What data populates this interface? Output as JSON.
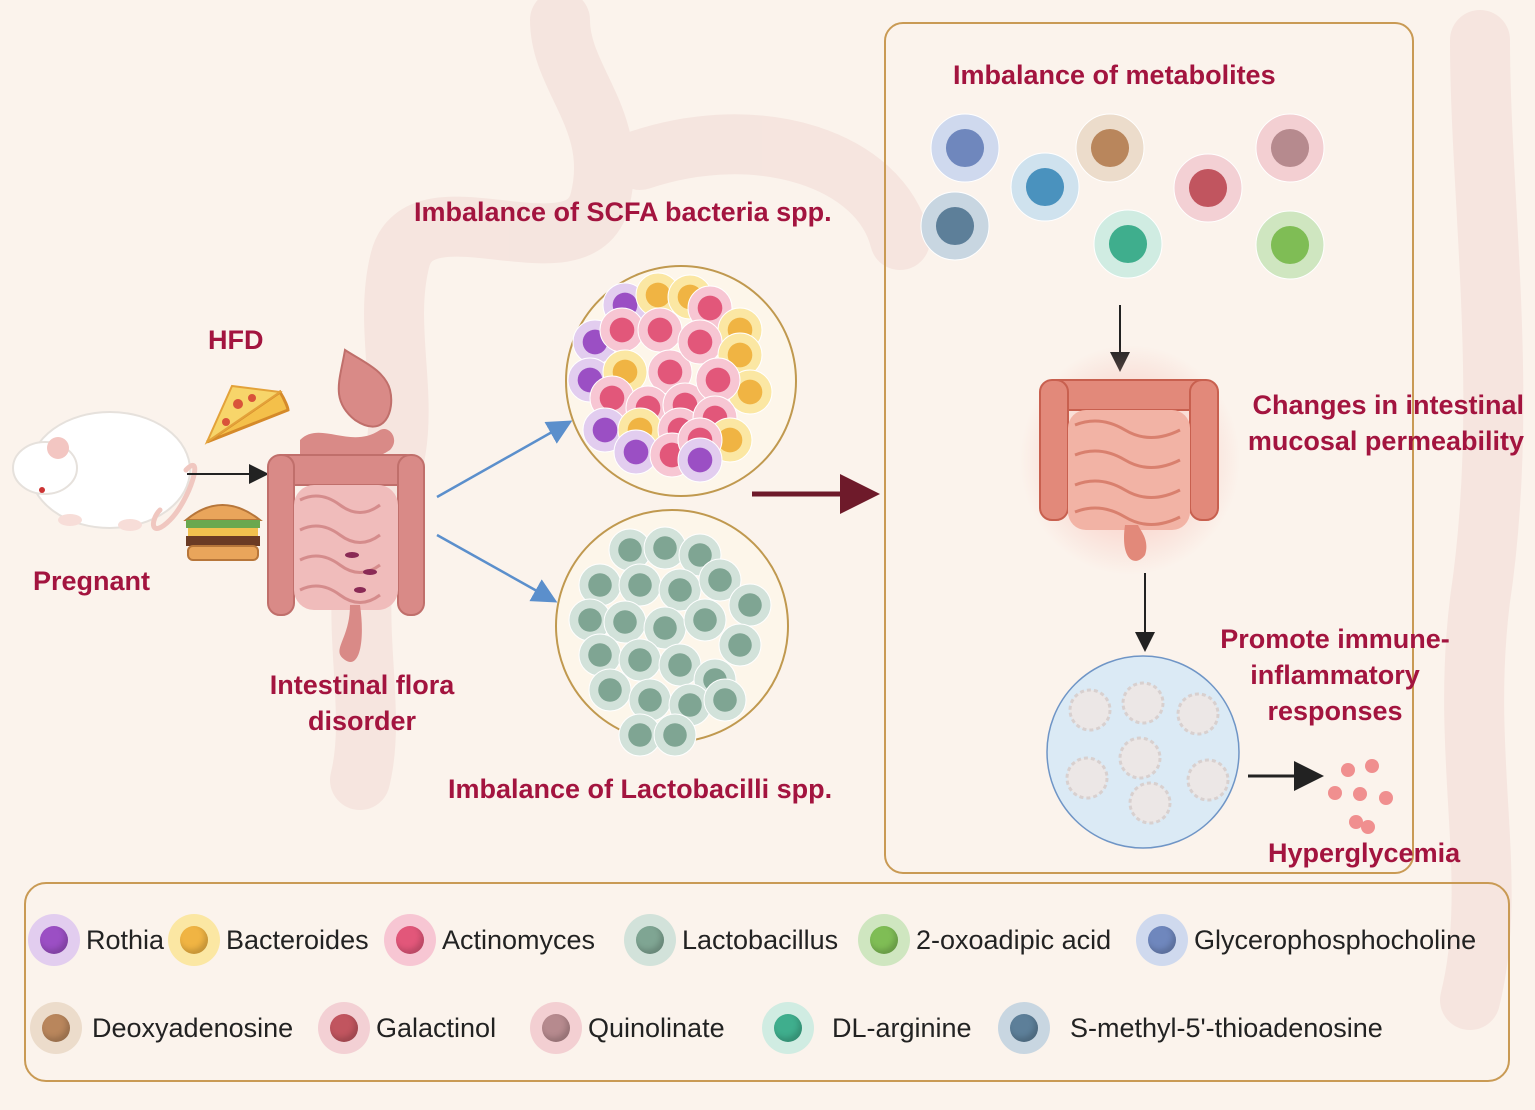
{
  "labels": {
    "hfd": "HFD",
    "pregnant": "Pregnant",
    "flora_line1": "Intestinal flora",
    "flora_line2": "disorder",
    "scfa": "Imbalance of SCFA bacteria spp.",
    "lacto": "Imbalance of Lactobacilli spp.",
    "metabolites": "Imbalance of metabolites",
    "permeability_line1": "Changes in intestinal",
    "permeability_line2": "mucosal permeability",
    "immune_line1": "Promote immune-",
    "immune_line2": "inflammatory",
    "immune_line3": "responses",
    "hyperglycemia": "Hyperglycemia"
  },
  "legend": [
    {
      "label": "Rothia",
      "color": "#9b4fc4",
      "ring": "#e2cdef"
    },
    {
      "label": "Bacteroides",
      "color": "#f0b443",
      "ring": "#fbe7a3"
    },
    {
      "label": "Actinomyces",
      "color": "#e2577a",
      "ring": "#f7c6d3"
    },
    {
      "label": "Lactobacillus",
      "color": "#7fa593",
      "ring": "#d2e2da"
    },
    {
      "label": "2-oxoadipic acid",
      "color": "#7fbd55",
      "ring": "#cfe6c0"
    },
    {
      "label": "Glycerophosphocholine",
      "color": "#6f87bd",
      "ring": "#cfd9ee"
    },
    {
      "label": "Deoxyadenosine",
      "color": "#b9865c",
      "ring": "#ecdccb"
    },
    {
      "label": "Galactinol",
      "color": "#c1555f",
      "ring": "#f3d0d4"
    },
    {
      "label": "Quinolinate",
      "color": "#b68a8e",
      "ring": "#f3cfd2"
    },
    {
      "label": "DL-arginine",
      "color": "#3fae8d",
      "ring": "#d0ece2"
    },
    {
      "label": "S-methyl-5'-thioadenosine",
      "color": "#5d7f99",
      "ring": "#c8d6e1"
    }
  ],
  "colors": {
    "label_red": "#a3143f",
    "box_border": "#c99a54",
    "intestine": "#d88a86",
    "scfa_ring": "#c0994f"
  }
}
